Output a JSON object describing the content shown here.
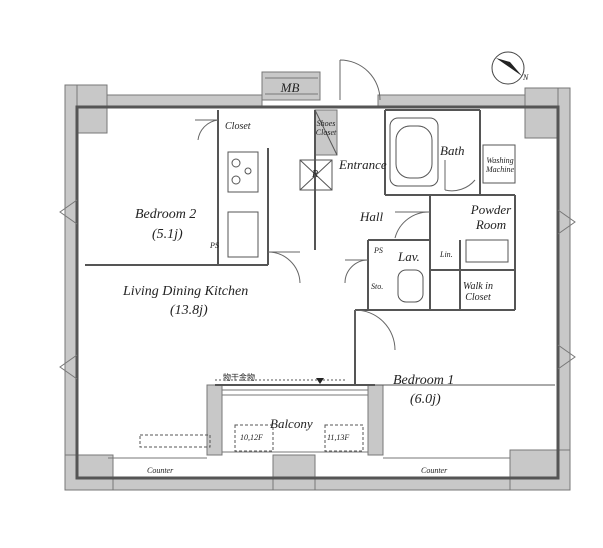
{
  "rooms": {
    "mb": "MB",
    "closet": "Closet",
    "shoes_closet": [
      "Shoes",
      "Closet"
    ],
    "entrance": "Entrance",
    "r": "R",
    "bath": "Bath",
    "washing_machine": [
      "Washing",
      "Machine"
    ],
    "bedroom2": {
      "name": "Bedroom 2",
      "size": "(5.1j)"
    },
    "hall": "Hall",
    "powder_room": [
      "Powder",
      "Room"
    ],
    "ps1": "PS",
    "ps2": "PS",
    "lav": "Lav.",
    "lin": "Lin.",
    "sto": "Sto.",
    "walk_in_closet": [
      "Walk in",
      "Closet"
    ],
    "ldk": {
      "name": "Living Dining Kitchen",
      "size": "(13.8j)"
    },
    "bedroom1": {
      "name": "Bedroom 1",
      "size": "(6.0j)"
    },
    "balcony": "Balcony",
    "hanger": "物干金物",
    "unit_left": "10,12F",
    "unit_right": "11,13F",
    "counter_left": "Counter",
    "counter_right": "Counter"
  },
  "compass": {
    "north_label": "N"
  }
}
